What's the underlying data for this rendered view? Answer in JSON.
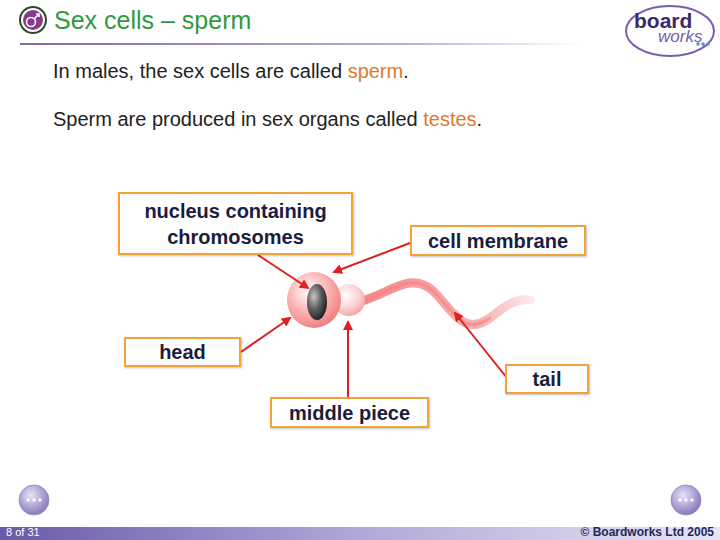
{
  "diagram": {
    "title": "Sex cells – sperm",
    "nodes": [
      {
        "text": [
          "nucleus containing chromosomes"
        ]
      },
      {
        "text": [
          "cell membrane"
        ]
      },
      {
        "text": [
          "head"
        ]
      },
      {
        "text": [
          "tail"
        ]
      },
      {
        "text": [
          "middle piece"
        ]
      }
    ],
    "labels": [
      "In males, the sex cells are called",
      "sperm",
      ".",
      "Sperm are produced in sex organs called",
      "testes",
      ".",
      "board",
      "works",
      "8 of 31",
      "© Boardworks Ltd 2005"
    ]
  }
}
